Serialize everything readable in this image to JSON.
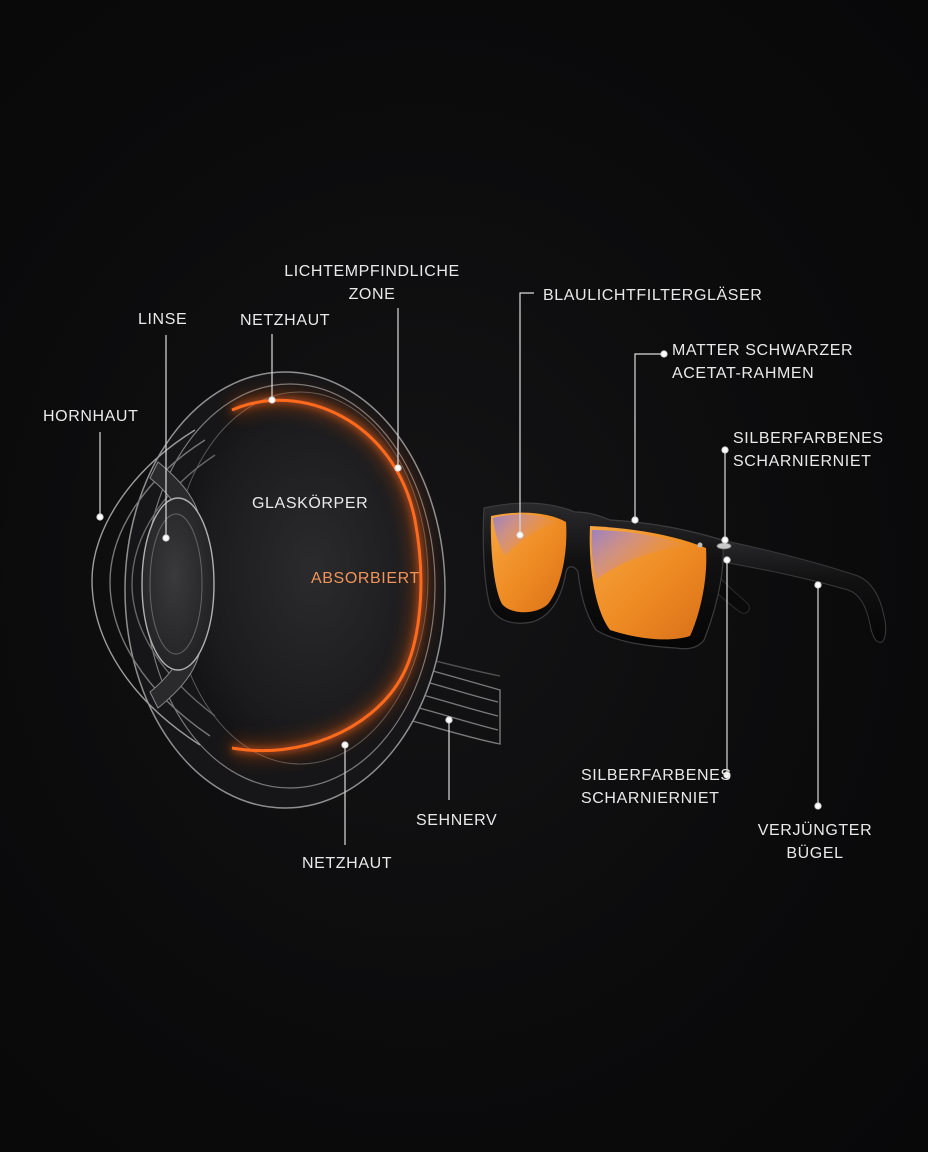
{
  "colors": {
    "background": "#0b0b0c",
    "label_text": "#e9e9e9",
    "accent_orange": "#ff6a1a",
    "absorbed_label": "#f2935a",
    "eye_outline": "#9a9a9a",
    "lens_tint": "#f28a1e"
  },
  "eye": {
    "labels": {
      "hornhaut": "HORNHAUT",
      "linse": "LINSE",
      "netzhaut_top": "NETZHAUT",
      "light_zone_line1": "LICHTEMPFINDLICHE",
      "light_zone_line2": "ZONE",
      "glaskoerper": "GLASKÖRPER",
      "absorbiert": "ABSORBIERT",
      "sehnerv": "SEHNERV",
      "netzhaut_bottom": "NETZHAUT"
    }
  },
  "glasses": {
    "labels": {
      "filter_lenses": "BLAULICHTFILTERGLÄSER",
      "frame_line1": "MATTER SCHWARZER",
      "frame_line2": "ACETAT-RAHMEN",
      "hinge_top_line1": "SILBERFARBENES",
      "hinge_top_line2": "SCHARNIERNIET",
      "hinge_bottom_line1": "SILBERFARBENES",
      "hinge_bottom_line2": "SCHARNIERNIET",
      "temple_line1": "VERJÜNGTER",
      "temple_line2": "BÜGEL"
    }
  }
}
